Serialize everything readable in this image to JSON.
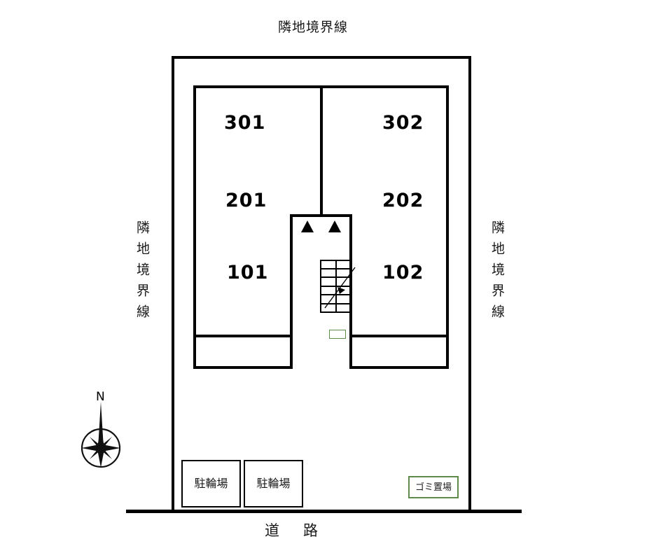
{
  "plan": {
    "title_top": "隣地境界線",
    "boundary_left": "隣地境界線",
    "boundary_right": "隣地境界線",
    "road_label": "道路",
    "compass_north": "N"
  },
  "units": [
    {
      "id": "unit-301",
      "label": "301",
      "floor": 3,
      "side": "left"
    },
    {
      "id": "unit-302",
      "label": "302",
      "floor": 3,
      "side": "right"
    },
    {
      "id": "unit-201",
      "label": "201",
      "floor": 2,
      "side": "left"
    },
    {
      "id": "unit-202",
      "label": "202",
      "floor": 2,
      "side": "right"
    },
    {
      "id": "unit-101",
      "label": "101",
      "floor": 1,
      "side": "left"
    },
    {
      "id": "unit-102",
      "label": "102",
      "floor": 1,
      "side": "right"
    }
  ],
  "facilities": {
    "bicycle_parking": [
      {
        "label": "駐輪場"
      },
      {
        "label": "駐輪場"
      }
    ],
    "garbage_area": {
      "label": "ゴミ置場",
      "color": "#5e8b4a"
    },
    "meter_box": {
      "color": "#5e8b4a"
    }
  },
  "stairs": {
    "tread_count": 6,
    "direction_arrow": "up"
  },
  "colors": {
    "line": "#000000",
    "accent_green": "#5e8b4a",
    "background": "#ffffff"
  }
}
